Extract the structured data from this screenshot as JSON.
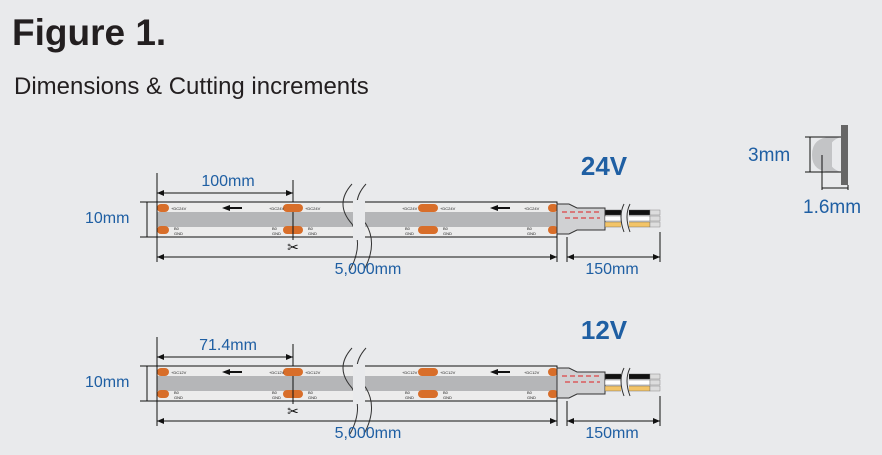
{
  "header": {
    "title": "Figure 1.",
    "subtitle": "Dimensions & Cutting increments"
  },
  "profile": {
    "height_label": "3mm",
    "depth_label": "1.6mm"
  },
  "strips": [
    {
      "voltage": "24V",
      "cut_label": "100mm",
      "width_label": "10mm",
      "length_label": "5,000mm",
      "lead_label": "150mm",
      "pad_plus": "+DC24V",
      "pad_b": "B0",
      "pad_gnd": "GND"
    },
    {
      "voltage": "12V",
      "cut_label": "71.4mm",
      "width_label": "10mm",
      "length_label": "5,000mm",
      "lead_label": "150mm",
      "pad_plus": "+DC12V",
      "pad_b": "B0",
      "pad_gnd": "GND"
    }
  ],
  "colors": {
    "accent": "#1f5fa3",
    "pad": "#d86e2a",
    "band": "#b5b6b8",
    "background": "#e9eaec"
  }
}
